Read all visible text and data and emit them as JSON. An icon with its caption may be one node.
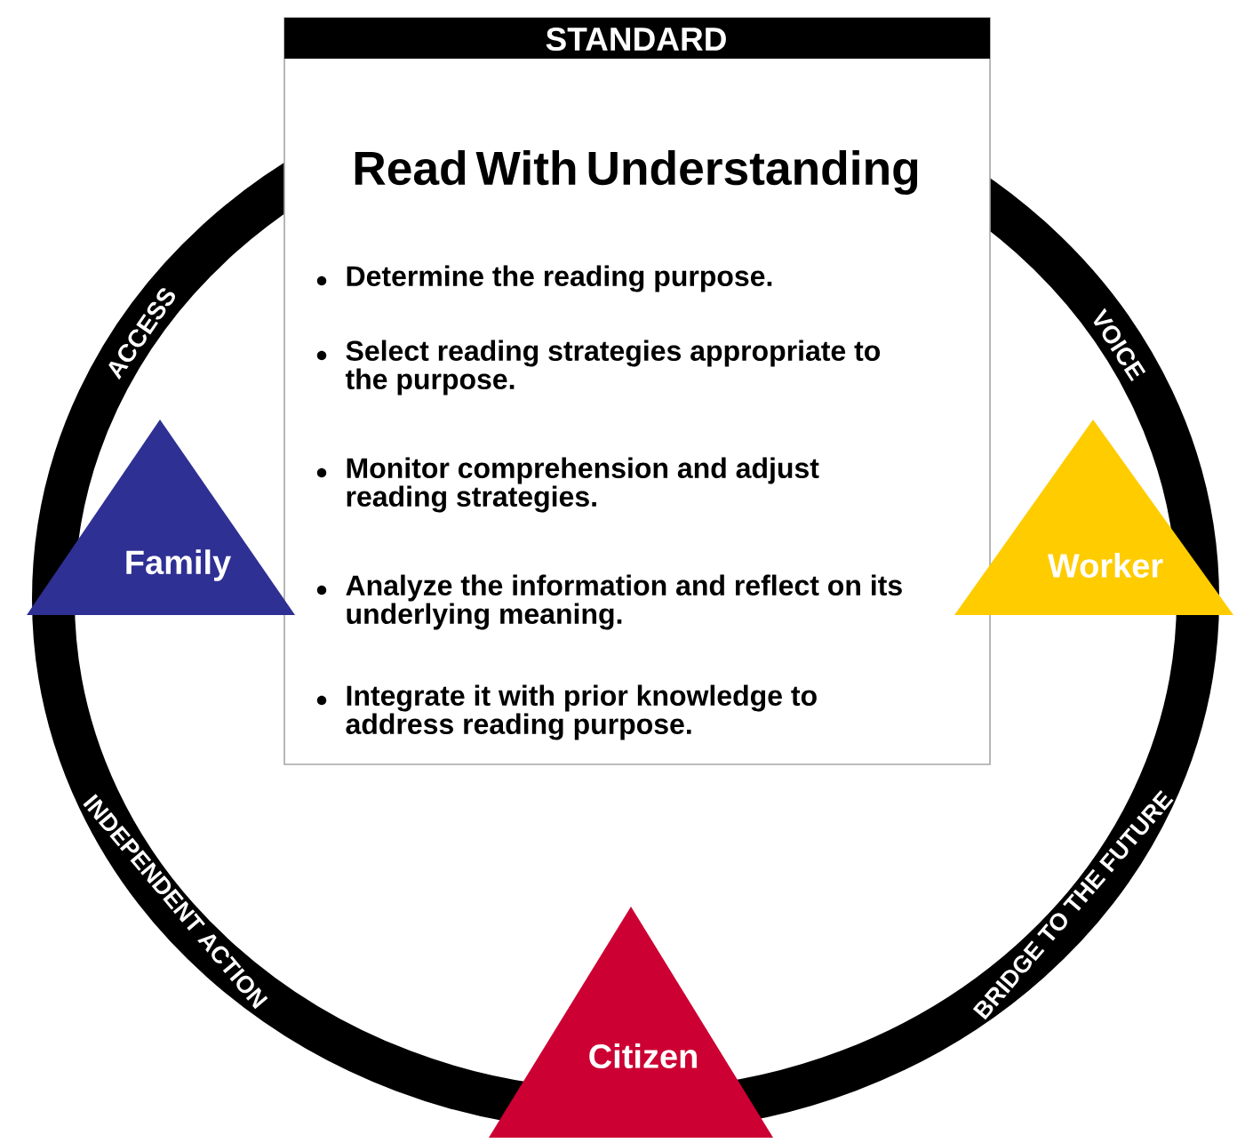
{
  "diagram": {
    "nodes": [
      {
        "text": [
          "STANDARD",
          "Read With Understanding",
          "Determine the reading purpose.",
          "Select reading strategies appropriate to the purpose.",
          "Monitor comprehension and adjust reading strategies.",
          "Analyze the information and reflect on its underlying meaning.",
          "Integrate it with prior knowledge to address reading purpose."
        ]
      },
      {
        "text": [
          "ACCESS",
          "VOICE",
          "INDEPENDENT ACTION",
          "BRIDGE TO THE FUTURE"
        ]
      },
      {
        "text": [
          "Family"
        ]
      },
      {
        "text": [
          "Worker"
        ]
      },
      {
        "text": [
          "Citizen"
        ]
      }
    ]
  }
}
